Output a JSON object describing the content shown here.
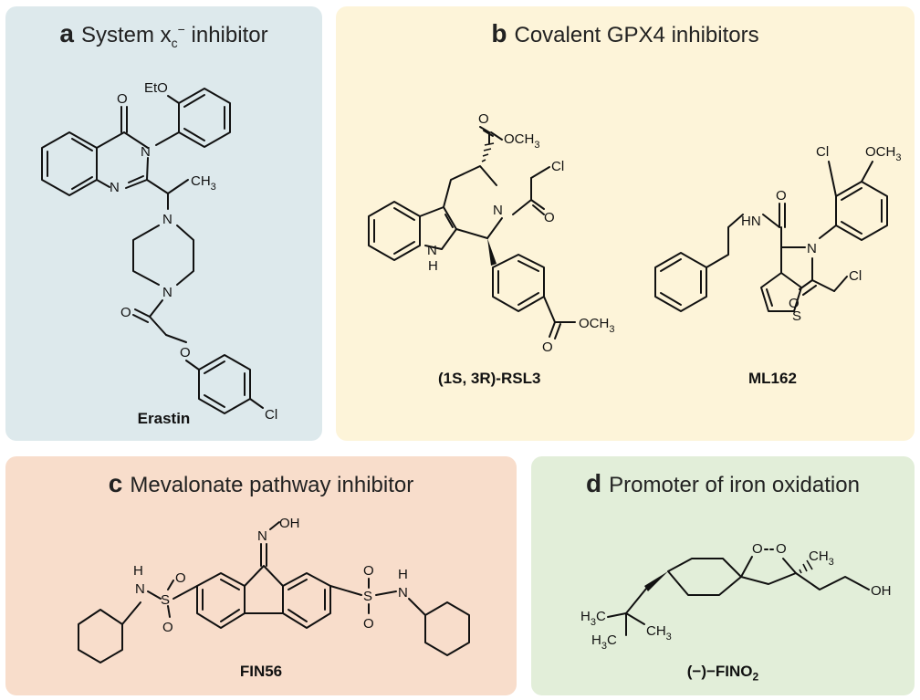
{
  "colors": {
    "panel_a_bg": "#dde9ec",
    "panel_b_bg": "#fdf4d9",
    "panel_c_bg": "#f8ddcb",
    "panel_d_bg": "#e2eed9",
    "ink": "#111111"
  },
  "panels": {
    "a": {
      "letter": "a",
      "title": "System x",
      "title_sub": "c",
      "title_sup": "−",
      "title_rest": " inhibitor",
      "compounds": [
        {
          "name": "Erastin"
        }
      ]
    },
    "b": {
      "letter": "b",
      "title": "Covalent GPX4 inhibitors",
      "compounds": [
        {
          "name": "(1S, 3R)-RSL3"
        },
        {
          "name": "ML162"
        }
      ]
    },
    "c": {
      "letter": "c",
      "title": "Mevalonate pathway inhibitor",
      "compounds": [
        {
          "name": "FIN56"
        }
      ]
    },
    "d": {
      "letter": "d",
      "title": "Promoter of iron oxidation",
      "compounds": [
        {
          "name": "(−)−FINO",
          "name_sub": "2"
        }
      ]
    }
  },
  "atoms": {
    "EtO": "EtO",
    "O": "O",
    "N": "N",
    "CH3": "CH",
    "3": "3",
    "Cl": "Cl",
    "OCH3": "OCH",
    "H": "H",
    "HN": "HN",
    "S": "S",
    "OH": "OH",
    "H3C": "H",
    "C": "C"
  }
}
